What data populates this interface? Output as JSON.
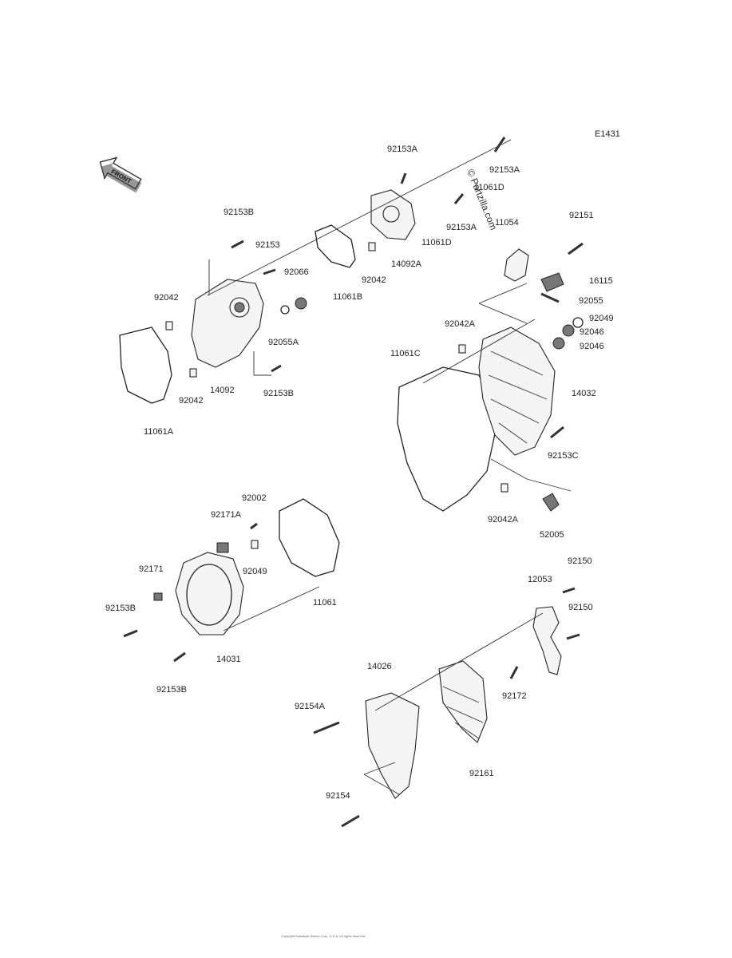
{
  "diagram_code": "E1431",
  "front_label": "FRONT",
  "watermark": "© Partzilla.com",
  "copyright": "Copyright Kawasaki Motors Corp. U.S.A. All rights reserved.",
  "parts": {
    "p_92153A_top": "92153A",
    "p_92153A_right": "92153A",
    "p_11061D_a": "11061D",
    "p_92153A_mid": "92153A",
    "p_11061D_b": "11061D",
    "p_14092A": "14092A",
    "p_92042_a": "92042",
    "p_11061B": "11061B",
    "p_92153B_top": "92153B",
    "p_92153": "92153",
    "p_92066": "92066",
    "p_92042_left": "92042",
    "p_92055A": "92055A",
    "p_14092": "14092",
    "p_92042_bottom": "92042",
    "p_92153B_mid": "92153B",
    "p_11061A": "11061A",
    "p_11054": "11054",
    "p_92151": "92151",
    "p_16115": "16115",
    "p_92055": "92055",
    "p_92049": "92049",
    "p_92046_a": "92046",
    "p_92046_b": "92046",
    "p_92042A_top": "92042A",
    "p_11061C": "11061C",
    "p_14032": "14032",
    "p_92153C": "92153C",
    "p_92042A_bottom": "92042A",
    "p_52005": "52005",
    "p_92002": "92002",
    "p_92171A": "92171A",
    "p_92049_b": "92049",
    "p_92171": "92171",
    "p_92153B_left": "92153B",
    "p_11061": "11061",
    "p_14031": "14031",
    "p_92153B_bottom": "92153B",
    "p_92150_top": "92150",
    "p_12053": "12053",
    "p_92150_b": "92150",
    "p_14026": "14026",
    "p_92172": "92172",
    "p_92154A": "92154A",
    "p_92161": "92161",
    "p_92154": "92154"
  }
}
